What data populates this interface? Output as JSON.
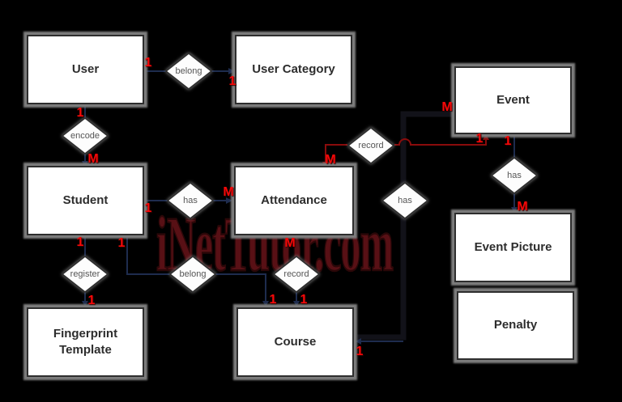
{
  "watermark": {
    "text": "iNetTutor.com"
  },
  "colors": {
    "background": "#000000",
    "entity_fill": "#ffffff",
    "entity_border": "#2e2e2e",
    "entity_shadow": "#7d7d7d",
    "connector": "#1e2c4e",
    "connector_strong": "#121219",
    "record_connector": "#8a0c0c",
    "cardinality_label": "#f60808",
    "watermark_color": "#581015"
  },
  "entities": [
    {
      "id": "user",
      "label": "User"
    },
    {
      "id": "user-category",
      "label": "User Category"
    },
    {
      "id": "event",
      "label": "Event"
    },
    {
      "id": "student",
      "label": "Student"
    },
    {
      "id": "attendance",
      "label": "Attendance"
    },
    {
      "id": "event-picture",
      "label": "Event Picture"
    },
    {
      "id": "fingerprint-template",
      "label": "Fingerprint Template"
    },
    {
      "id": "course",
      "label": "Course"
    },
    {
      "id": "penalty",
      "label": "Penalty"
    }
  ],
  "relationships": [
    {
      "id": "belong-user-usercategory",
      "label": "belong",
      "between": [
        "User",
        "User Category"
      ],
      "cardinality": "1:1"
    },
    {
      "id": "encode-user-student",
      "label": "encode",
      "between": [
        "User",
        "Student"
      ],
      "cardinality": "1:M"
    },
    {
      "id": "has-student-attendance",
      "label": "has",
      "between": [
        "Student",
        "Attendance"
      ],
      "cardinality": "1:M"
    },
    {
      "id": "record-attendance-event",
      "label": "record",
      "between": [
        "Attendance",
        "Event"
      ],
      "cardinality": "M:1"
    },
    {
      "id": "has-course-event",
      "label": "has",
      "between": [
        "Event",
        "Course"
      ],
      "cardinality": "M:1"
    },
    {
      "id": "has-event-eventpicture",
      "label": "has",
      "between": [
        "Event",
        "Event Picture"
      ],
      "cardinality": "1:M"
    },
    {
      "id": "register-student-fingerprint",
      "label": "register",
      "between": [
        "Student",
        "Fingerprint Template"
      ],
      "cardinality": "1:1"
    },
    {
      "id": "belong-student-course",
      "label": "belong",
      "between": [
        "Student",
        "Course"
      ],
      "cardinality": "1:1"
    },
    {
      "id": "record-attendance-course",
      "label": "record",
      "between": [
        "Attendance",
        "Course"
      ],
      "cardinality": "M:1"
    }
  ],
  "cardinality_labels": [
    {
      "connector": "user-to-belong",
      "text": "1"
    },
    {
      "connector": "belong-to-user-category",
      "text": "1"
    },
    {
      "connector": "user-to-encode",
      "text": "1"
    },
    {
      "connector": "encode-to-student",
      "text": "M"
    },
    {
      "connector": "student-to-has",
      "text": "1"
    },
    {
      "connector": "has-to-attendance",
      "text": "M"
    },
    {
      "connector": "record-to-attendance",
      "text": "M"
    },
    {
      "connector": "record-to-event",
      "text": "1"
    },
    {
      "connector": "event-to-has-picture",
      "text": "1"
    },
    {
      "connector": "has-to-event-picture",
      "text": "M"
    },
    {
      "connector": "event-to-has-course",
      "text": "M"
    },
    {
      "connector": "has-course-to-course",
      "text": "1"
    },
    {
      "connector": "student-to-register",
      "text": "1"
    },
    {
      "connector": "student-to-belong-course",
      "text": "1"
    },
    {
      "connector": "attendance-to-record-course",
      "text": "M"
    },
    {
      "connector": "register-to-fingerprint",
      "text": "1"
    },
    {
      "connector": "belong-to-course",
      "text": "1"
    },
    {
      "connector": "record-to-course",
      "text": "1"
    }
  ]
}
